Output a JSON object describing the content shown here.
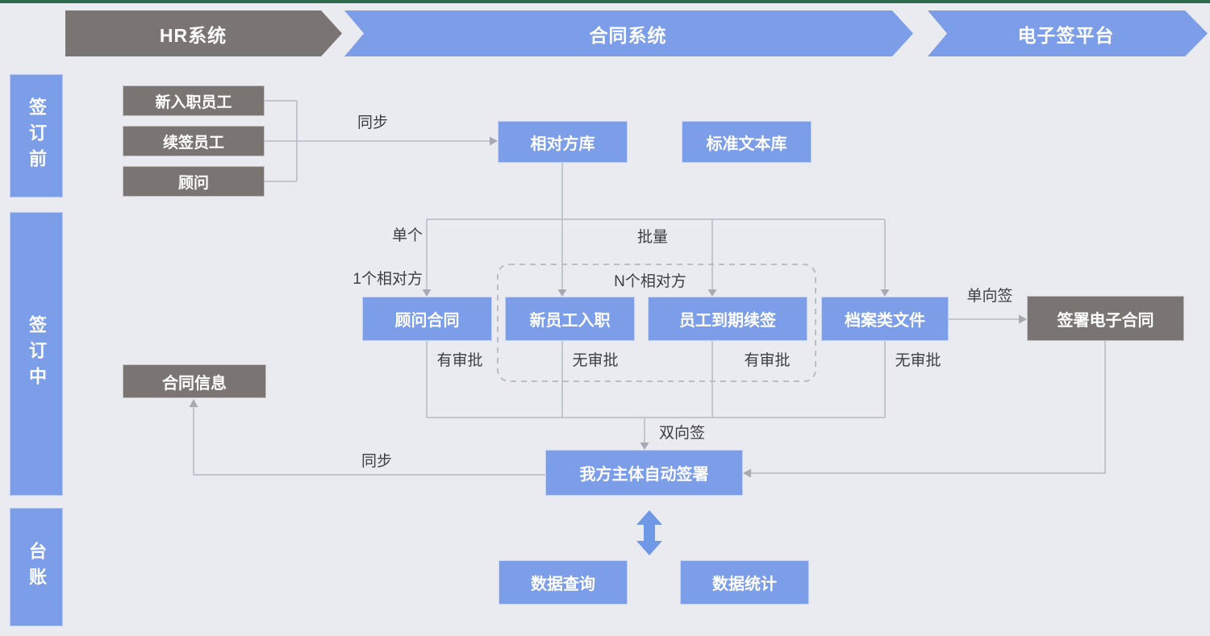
{
  "page": {
    "background": "#E9EBF1",
    "top_strip_color": "#2E6B4E"
  },
  "colors": {
    "blue": "#7C9DE8",
    "gray": "#7A7472",
    "line": "#B6BAC2",
    "arrowhead": "#A6AAB2",
    "dashed_border": "#B9BDC5",
    "label_text": "#3C3E42",
    "thick_arrow_blue": "#6F99E6",
    "box_text": "#FFFFFF"
  },
  "banner": {
    "items": [
      {
        "label": "HR系统"
      },
      {
        "label": "合同系统"
      },
      {
        "label": "电子签平台"
      }
    ]
  },
  "side_rail": {
    "items": [
      {
        "label": "签订前"
      },
      {
        "label": "签订中"
      },
      {
        "label": "台账"
      }
    ]
  },
  "nodes": {
    "new_hire": {
      "label": "新入职员工"
    },
    "renew_employee": {
      "label": "续签员工"
    },
    "consultant": {
      "label": "顾问"
    },
    "counterparty_db": {
      "label": "相对方库"
    },
    "standard_text_db": {
      "label": "标准文本库"
    },
    "consultant_contract": {
      "label": "顾问合同"
    },
    "new_employee_onboarding": {
      "label": "新员工入职"
    },
    "employee_renewal": {
      "label": "员工到期续签"
    },
    "archive_files": {
      "label": "档案类文件"
    },
    "sign_electronic_contract": {
      "label": "签署电子合同"
    },
    "contract_info": {
      "label": "合同信息"
    },
    "our_party_auto_sign": {
      "label": "我方主体自动签署"
    },
    "data_query": {
      "label": "数据查询"
    },
    "data_statistics": {
      "label": "数据统计"
    }
  },
  "edge_labels": {
    "sync_top": "同步",
    "single": "单个",
    "one_counterparty": "1个相对方",
    "batch": "批量",
    "n_counterparties": "N个相对方",
    "with_approval_1": "有审批",
    "without_approval_1": "无审批",
    "with_approval_2": "有审批",
    "without_approval_2": "无审批",
    "one_way_sign": "单向签",
    "two_way_sign": "双向签",
    "sync_bottom": "同步"
  }
}
